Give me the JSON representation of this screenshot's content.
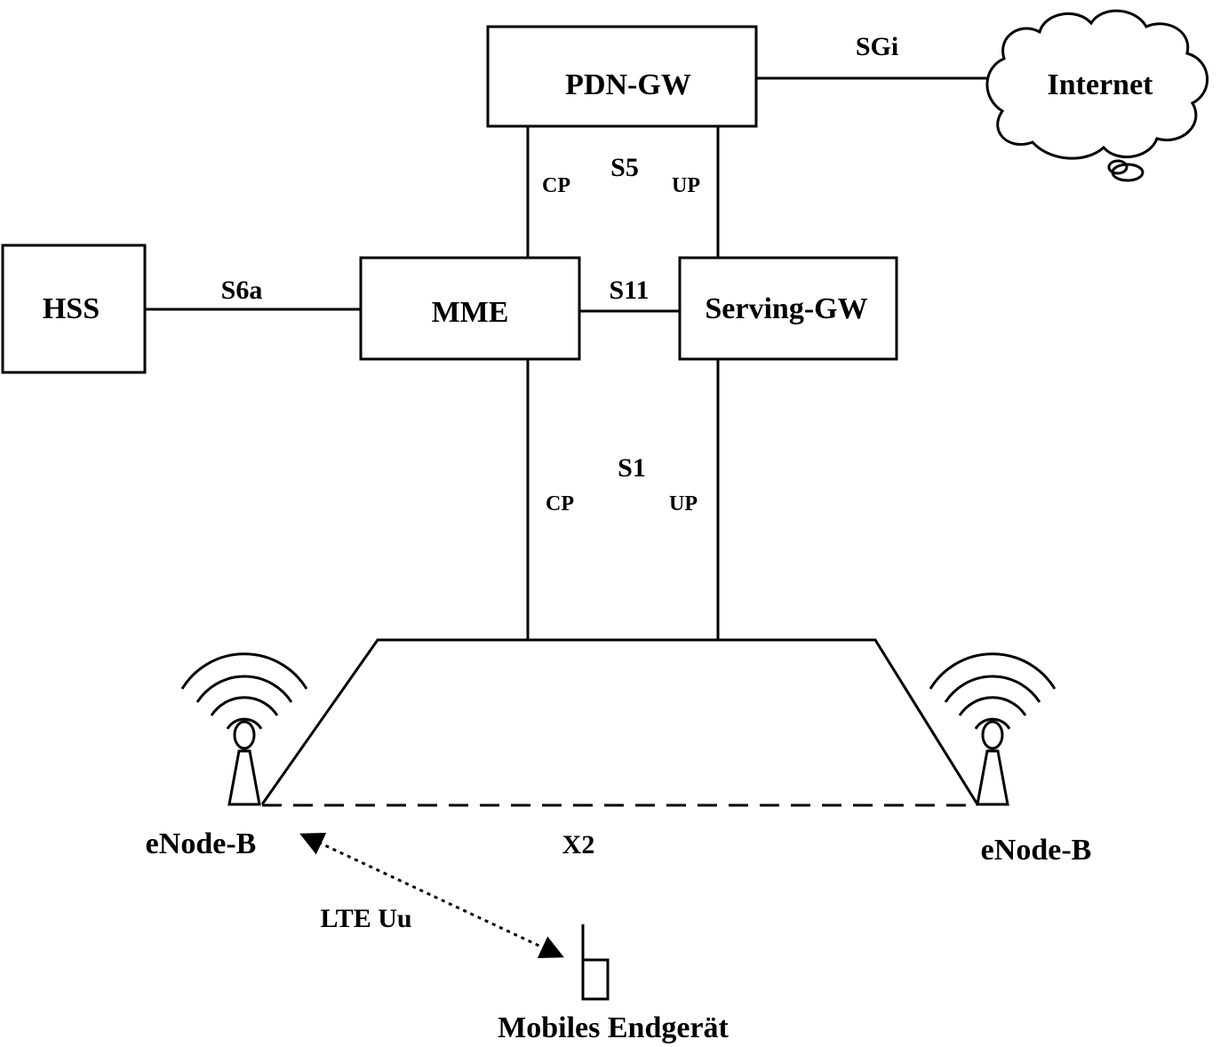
{
  "nodes": {
    "pdn_gw": "PDN-GW",
    "internet": "Internet",
    "hss": "HSS",
    "mme": "MME",
    "serving_gw": "Serving-GW",
    "enodeb_left": "eNode-B",
    "enodeb_right": "eNode-B",
    "mobile": "Mobiles Endgerät"
  },
  "interfaces": {
    "sgi": "SGi",
    "s5": "S5",
    "s5_cp": "CP",
    "s5_up": "UP",
    "s6a": "S6a",
    "s11": "S11",
    "s1": "S1",
    "s1_cp": "CP",
    "s1_up": "UP",
    "x2": "X2",
    "lte_uu": "LTE Uu"
  },
  "icons": {
    "cloud": "cloud-icon",
    "antenna": "cell-tower-icon",
    "phone": "mobile-phone-icon"
  },
  "colors": {
    "stroke": "#000000",
    "background": "#ffffff"
  }
}
